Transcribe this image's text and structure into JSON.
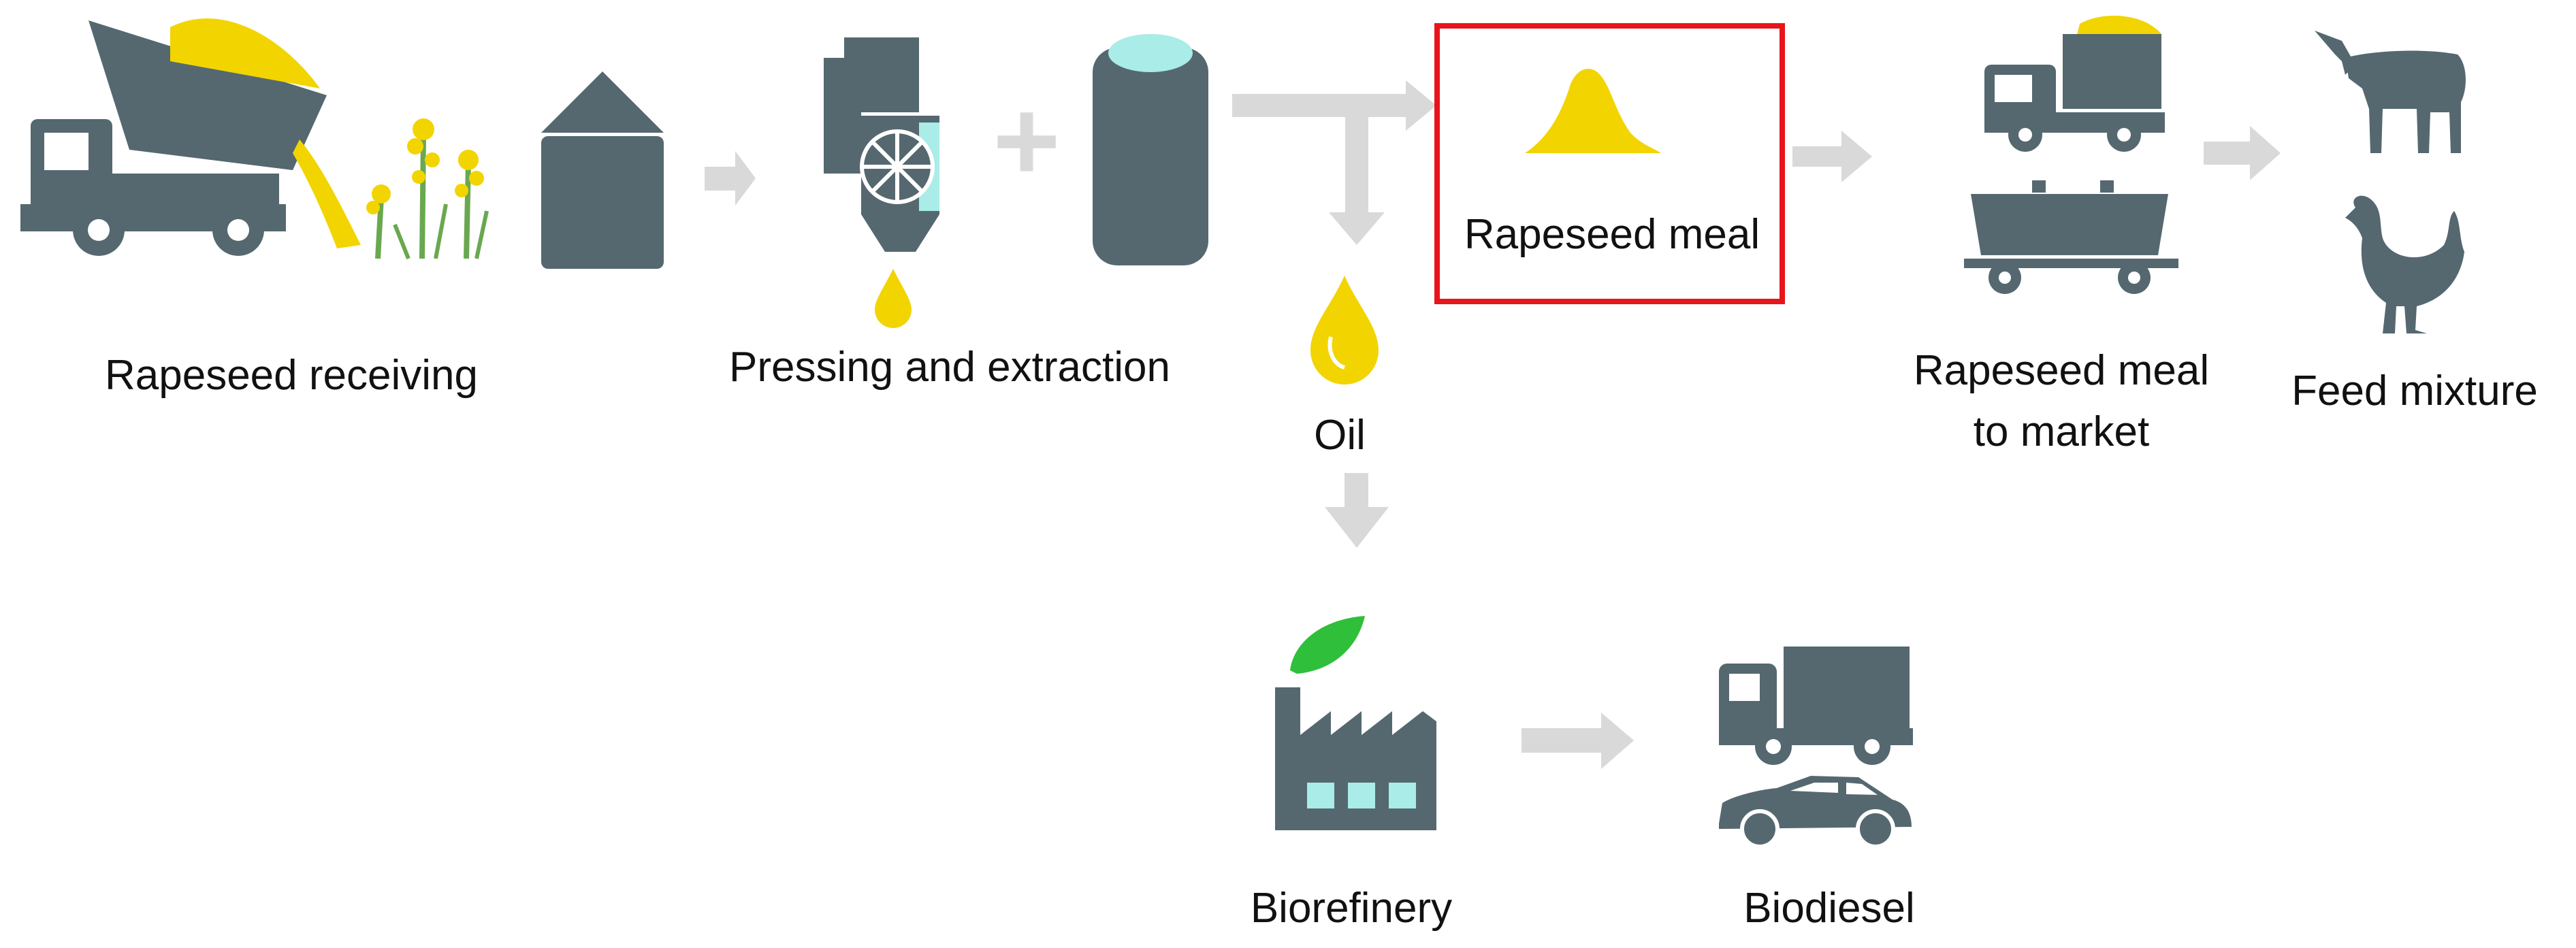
{
  "labels": {
    "rapeseed_receiving": "Rapeseed receiving",
    "pressing_extraction": "Pressing and extraction",
    "oil": "Oil",
    "rapeseed_meal": "Rapeseed meal",
    "meal_to_market_line1": "Rapeseed meal",
    "meal_to_market_line2": "to market",
    "feed_mixture": "Feed mixture",
    "biorefinery": "Biorefinery",
    "biodiesel": "Biodiesel"
  },
  "highlight": {
    "target": "rapeseed_meal",
    "color": "#e8141b"
  },
  "colors": {
    "icon": "#556870",
    "accent": "#f2d400",
    "arrow": "#d9d9d9",
    "glass": "#a9ece8",
    "leaf": "#2fbf3a"
  },
  "icons": [
    "dump-truck-icon",
    "rapeseed-plant-icon",
    "silo-icon",
    "press-icon",
    "oil-drop-icon",
    "tank-icon",
    "meal-pile-icon",
    "truck-icon",
    "rail-wagon-icon",
    "cow-icon",
    "rooster-icon",
    "factory-icon",
    "leaf-icon",
    "car-icon"
  ]
}
